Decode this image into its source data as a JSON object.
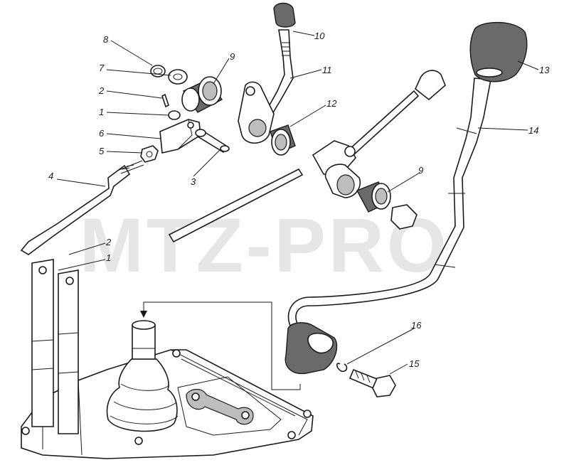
{
  "watermark": "MTZ-PRO",
  "callouts": {
    "c1_top": "1",
    "c2_top": "2",
    "c3": "3",
    "c4": "4",
    "c5": "5",
    "c6": "6",
    "c7": "7",
    "c8": "8",
    "c9_top": "9",
    "c9_mid": "9",
    "c10": "10",
    "c11": "11",
    "c12": "12",
    "c13": "13",
    "c14": "14",
    "c15": "15",
    "c16": "16",
    "c2_bottom": "2",
    "c1_bottom": "1"
  }
}
